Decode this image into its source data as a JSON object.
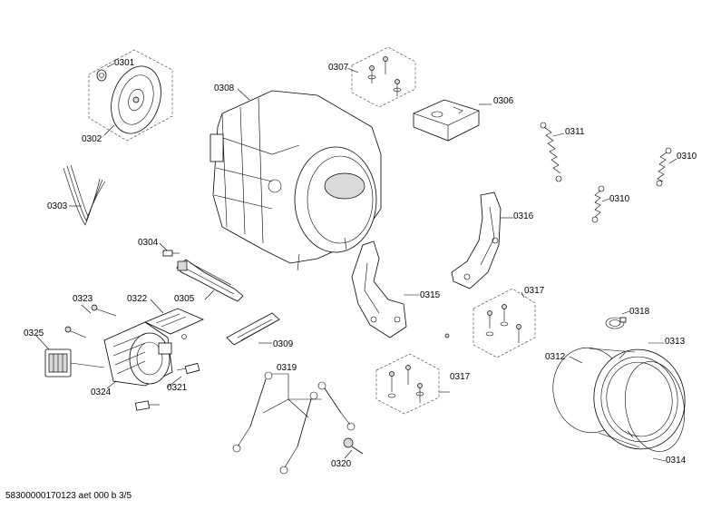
{
  "labels": {
    "p0301": "0301",
    "p0302": "0302",
    "p0303": "0303",
    "p0304": "0304",
    "p0305": "0305",
    "p0306": "0306",
    "p0307": "0307",
    "p0308": "0308",
    "p0309": "0309",
    "p0310a": "0310",
    "p0310b": "0310",
    "p0311": "0311",
    "p0312": "0312",
    "p0313": "0313",
    "p0314": "0314",
    "p0315": "0315",
    "p0316": "0316",
    "p0317a": "0317",
    "p0317b": "0317",
    "p0318": "0318",
    "p0319": "0319",
    "p0320": "0320",
    "p0321": "0321",
    "p0322": "0322",
    "p0323": "0323",
    "p0324": "0324",
    "p0325": "0325"
  },
  "footer": "58300000170123 aet 000 b 3/5"
}
